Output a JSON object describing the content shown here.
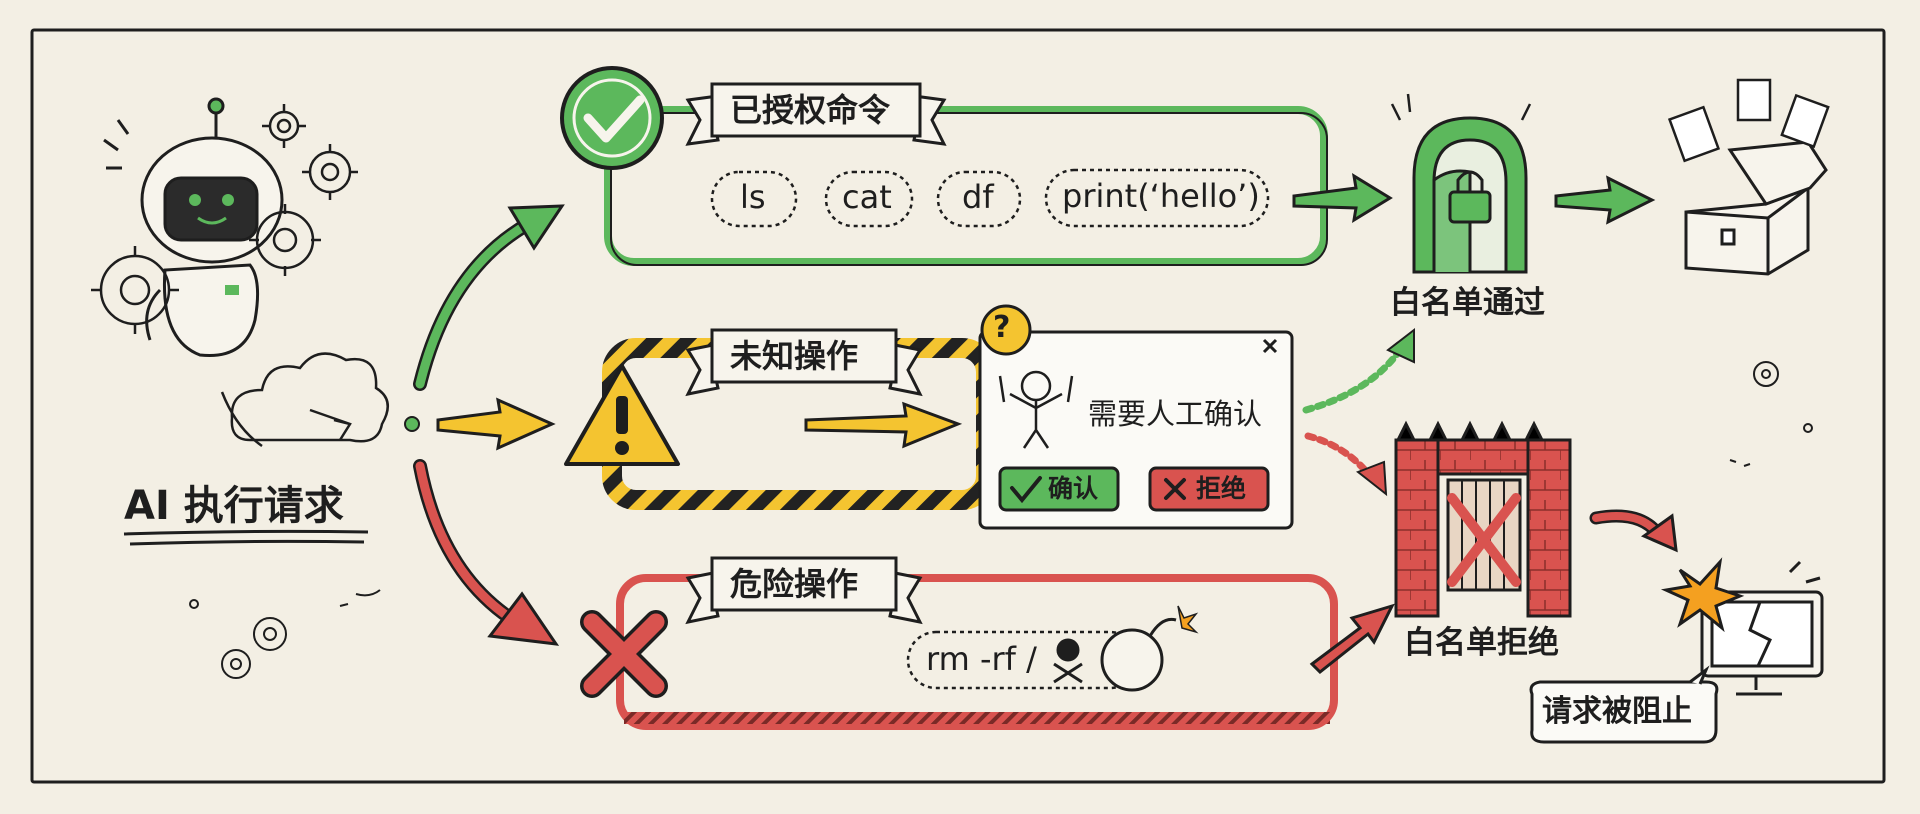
{
  "source": {
    "title": "AI 执行请求"
  },
  "lanes": {
    "authorized": {
      "title": "已授权命令",
      "commands": [
        "ls",
        "cat",
        "df",
        "print(‘hello’)"
      ]
    },
    "unknown": {
      "title": "未知操作",
      "dialog": {
        "message": "需要人工确认",
        "confirm_label": "确认",
        "reject_label": "拒绝"
      }
    },
    "dangerous": {
      "title": "危险操作",
      "command": "rm -rf /"
    }
  },
  "outcomes": {
    "pass_label": "白名单通过",
    "reject_label": "白名单拒绝",
    "blocked_label": "请求被阻止"
  },
  "colors": {
    "green": "#5cb85c",
    "yellow": "#f4c430",
    "red": "#d9534f",
    "ink": "#1e1e1e",
    "paper": "#f3efe4"
  },
  "icons": [
    "robot-icon",
    "gear-icon",
    "cloud-icon",
    "check-icon",
    "warning-icon",
    "question-icon",
    "person-icon",
    "cross-icon",
    "skull-icon",
    "bomb-icon",
    "door-icon",
    "lock-icon",
    "box-icon",
    "document-icon",
    "gate-icon",
    "monitor-icon"
  ]
}
